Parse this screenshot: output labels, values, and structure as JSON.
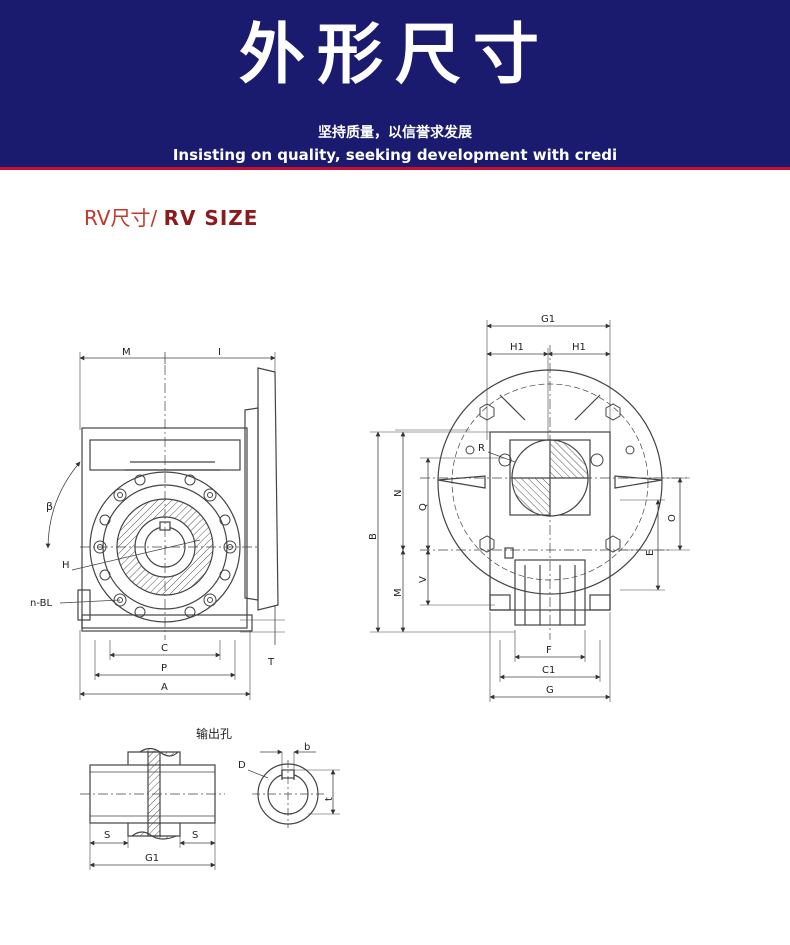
{
  "banner": {
    "title": "外形尺寸",
    "subtitle_cn": "坚持质量，以信誉求发展",
    "subtitle_en": "Insisting on quality, seeking development with credi"
  },
  "section": {
    "title_cn": "RV尺寸/",
    "title_en": "RV SIZE"
  },
  "labels": {
    "M": "M",
    "I": "I",
    "beta": "β",
    "H": "H",
    "nBL": "n-BL",
    "C": "C",
    "P": "P",
    "A": "A",
    "T": "T",
    "G1": "G1",
    "H1": "H1",
    "R": "R",
    "B": "B",
    "N": "N",
    "Q": "Q",
    "V": "V",
    "O": "O",
    "E": "E",
    "F": "F",
    "C1": "C1",
    "G": "G",
    "output_hole": "输出孔",
    "S": "S",
    "D": "D",
    "b": "b",
    "t": "t"
  },
  "colors": {
    "banner_bg": "#1a1a6e",
    "accent_red": "#c0392b",
    "line": "#444444"
  }
}
